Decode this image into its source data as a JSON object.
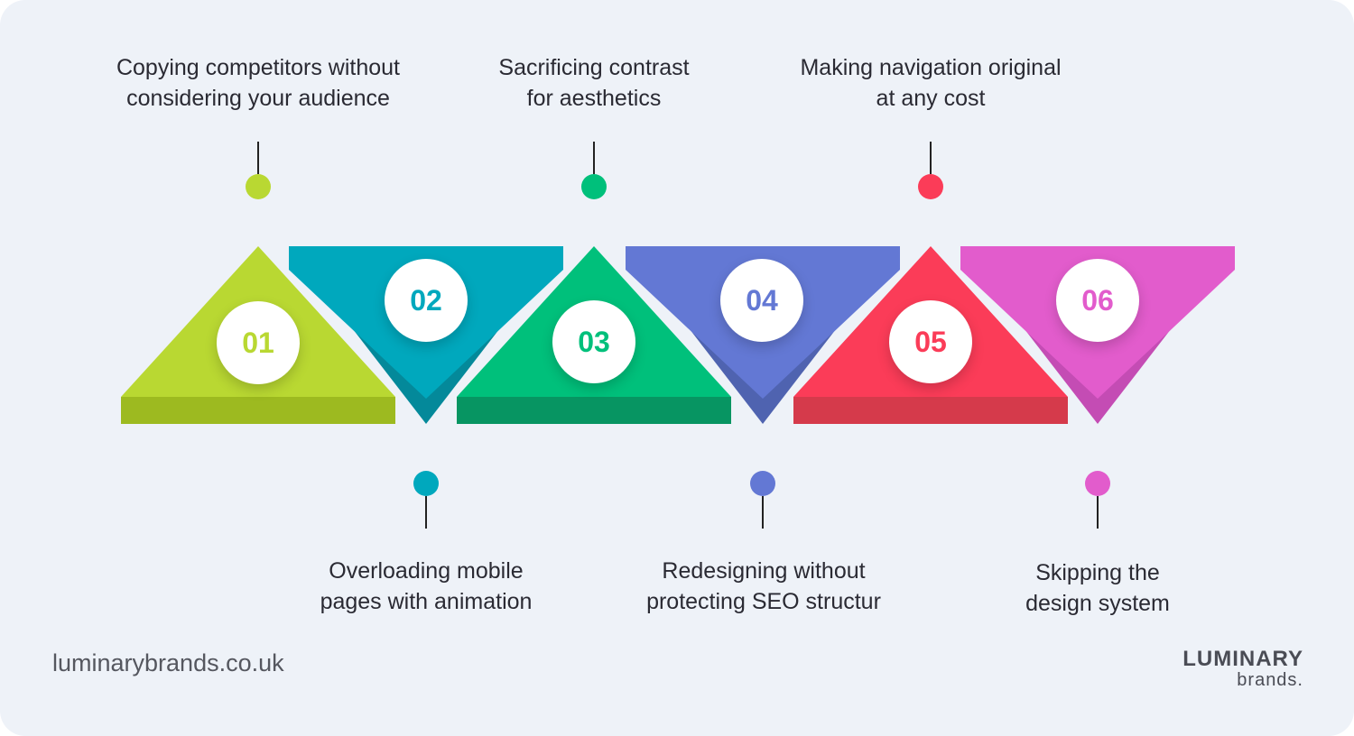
{
  "steps": [
    {
      "number": "01",
      "lines": [
        "Copying competitors without",
        "considering your audience"
      ],
      "color": "#b9d832",
      "shade": "#9dba20",
      "position": "top"
    },
    {
      "number": "02",
      "lines": [
        "Overloading mobile",
        "pages with animation"
      ],
      "color": "#00a8bd",
      "shade": "#04899a",
      "position": "bottom"
    },
    {
      "number": "03",
      "lines": [
        "Sacrificing contrast",
        "for aesthetics"
      ],
      "color": "#00c07b",
      "shade": "#079562",
      "position": "top"
    },
    {
      "number": "04",
      "lines": [
        "Redesigning without",
        "protecting SEO structur"
      ],
      "color": "#6378d4",
      "shade": "#4f63b0",
      "position": "bottom"
    },
    {
      "number": "05",
      "lines": [
        "Making navigation original",
        "at any cost"
      ],
      "color": "#fb3c58",
      "shade": "#d53a4b",
      "position": "top"
    },
    {
      "number": "06",
      "lines": [
        "Skipping the",
        "design system"
      ],
      "color": "#e25ccc",
      "shade": "#c44cb4",
      "position": "bottom"
    }
  ],
  "footer": {
    "url": "luminarybrands.co.uk",
    "brand_top": "LUMINARY",
    "brand_bottom": "brands."
  }
}
